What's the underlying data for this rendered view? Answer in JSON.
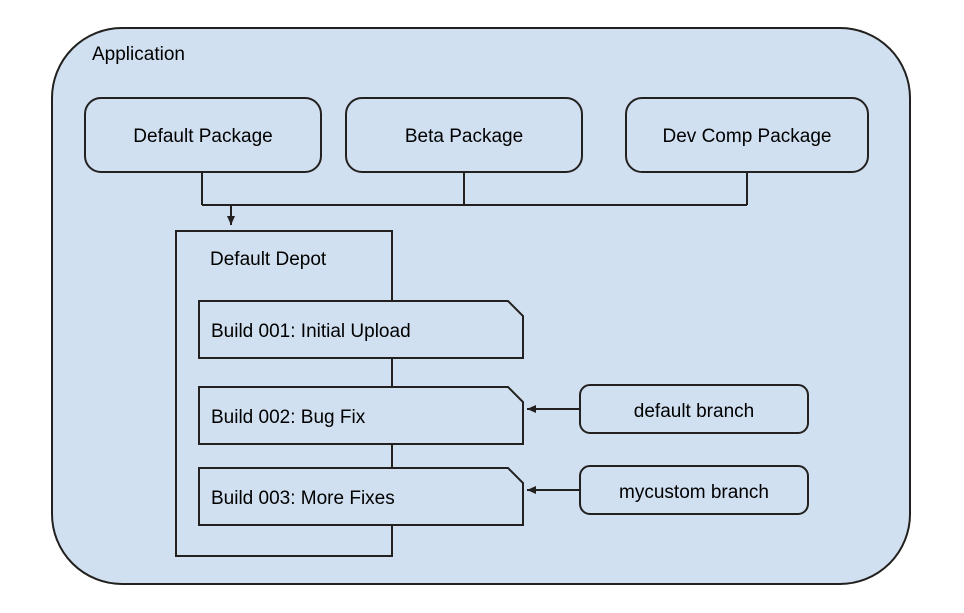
{
  "diagram": {
    "title": "Application",
    "type": "nested-container-flow",
    "colors": {
      "fill": "#d0e0f0",
      "stroke": "#23211f",
      "text": "#000000",
      "page_background": "#ffffff"
    },
    "container": {
      "label": "Application",
      "shape": "rounded-rectangle",
      "corner_radius": 70
    },
    "packages": [
      {
        "label": "Default Package",
        "shape": "rounded-rectangle"
      },
      {
        "label": "Beta Package",
        "shape": "rounded-rectangle"
      },
      {
        "label": "Dev Comp Package",
        "shape": "rounded-rectangle"
      }
    ],
    "depot": {
      "label": "Default Depot",
      "shape": "rectangle"
    },
    "builds": [
      {
        "label": "Build 001: Initial Upload",
        "shape": "note-cut-corner"
      },
      {
        "label": "Build 002: Bug Fix",
        "shape": "note-cut-corner"
      },
      {
        "label": "Build 003: More Fixes",
        "shape": "note-cut-corner"
      }
    ],
    "branches": [
      {
        "label": "default branch",
        "shape": "rounded-rectangle",
        "targets": "Build 002: Bug Fix"
      },
      {
        "label": "mycustom branch",
        "shape": "rounded-rectangle",
        "targets": "Build 003: More Fixes"
      }
    ],
    "connectors": [
      {
        "from": "Default Package",
        "to": "Default Depot",
        "arrow": true
      },
      {
        "from": "Beta Package",
        "to": "Default Depot",
        "arrow": false
      },
      {
        "from": "Dev Comp Package",
        "to": "Default Depot",
        "arrow": false
      },
      {
        "from": "default branch",
        "to": "Build 002: Bug Fix",
        "arrow": true
      },
      {
        "from": "mycustom branch",
        "to": "Build 003: More Fixes",
        "arrow": true
      }
    ]
  }
}
